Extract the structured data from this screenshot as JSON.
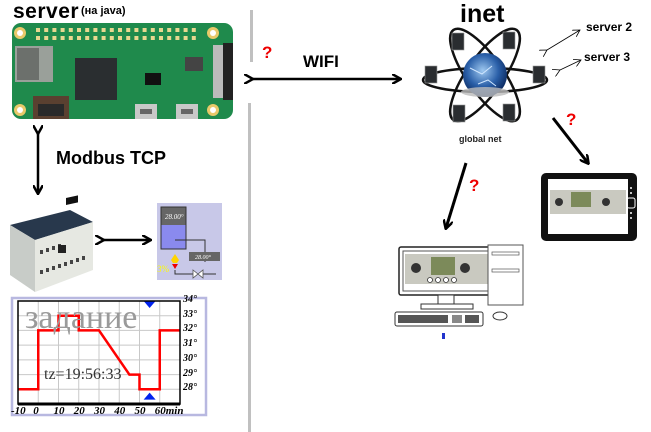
{
  "labels": {
    "server_title": "server",
    "server_sub": "(на java)",
    "modbus": "Modbus TCP",
    "wifi": "WIFI",
    "inet": "inet",
    "server2": "server 2",
    "server3": "server 3",
    "global_net": "global net",
    "question_mark": "?"
  },
  "scada": {
    "tank_temp": "28.00°",
    "valve_temp": "28.00°",
    "burner_percent": "3%"
  },
  "colors": {
    "question": "#e00000",
    "divider": "#c0c0c0",
    "pcb_green": "#1f8a4c",
    "chart_line": "#ff0000",
    "chart_border": "#b8b8e0",
    "marker": "#0022ee",
    "tank_fill": "#8a8aee",
    "scada_bg": "#c8c8e8"
  },
  "chart_data": {
    "type": "line",
    "title": "задание",
    "annotation": "tz=19:56:33",
    "xlabel": "min",
    "x_ticks": [
      "-10",
      "0",
      "10",
      "20",
      "30",
      "40",
      "50",
      "60min"
    ],
    "y_ticks": [
      "28°",
      "29°",
      "30°",
      "31°",
      "32°",
      "33°",
      "34°"
    ],
    "xlim": [
      -10,
      70
    ],
    "ylim": [
      27,
      34
    ],
    "grid": true,
    "series": [
      {
        "name": "setpoint",
        "points": [
          [
            -10,
            28
          ],
          [
            0,
            28
          ],
          [
            0,
            32
          ],
          [
            10,
            32
          ],
          [
            10,
            33
          ],
          [
            20,
            33
          ],
          [
            20,
            32
          ],
          [
            30,
            32
          ],
          [
            45,
            29
          ],
          [
            50,
            29
          ],
          [
            50,
            28
          ],
          [
            60,
            28
          ],
          [
            60,
            32
          ],
          [
            70,
            32
          ]
        ]
      }
    ],
    "markers": [
      {
        "name": "current-time-top",
        "x": 55,
        "y": 34,
        "shape": "triangle-down"
      },
      {
        "name": "current-time-bottom",
        "x": 55,
        "y": 27.5,
        "shape": "triangle-up"
      }
    ]
  }
}
